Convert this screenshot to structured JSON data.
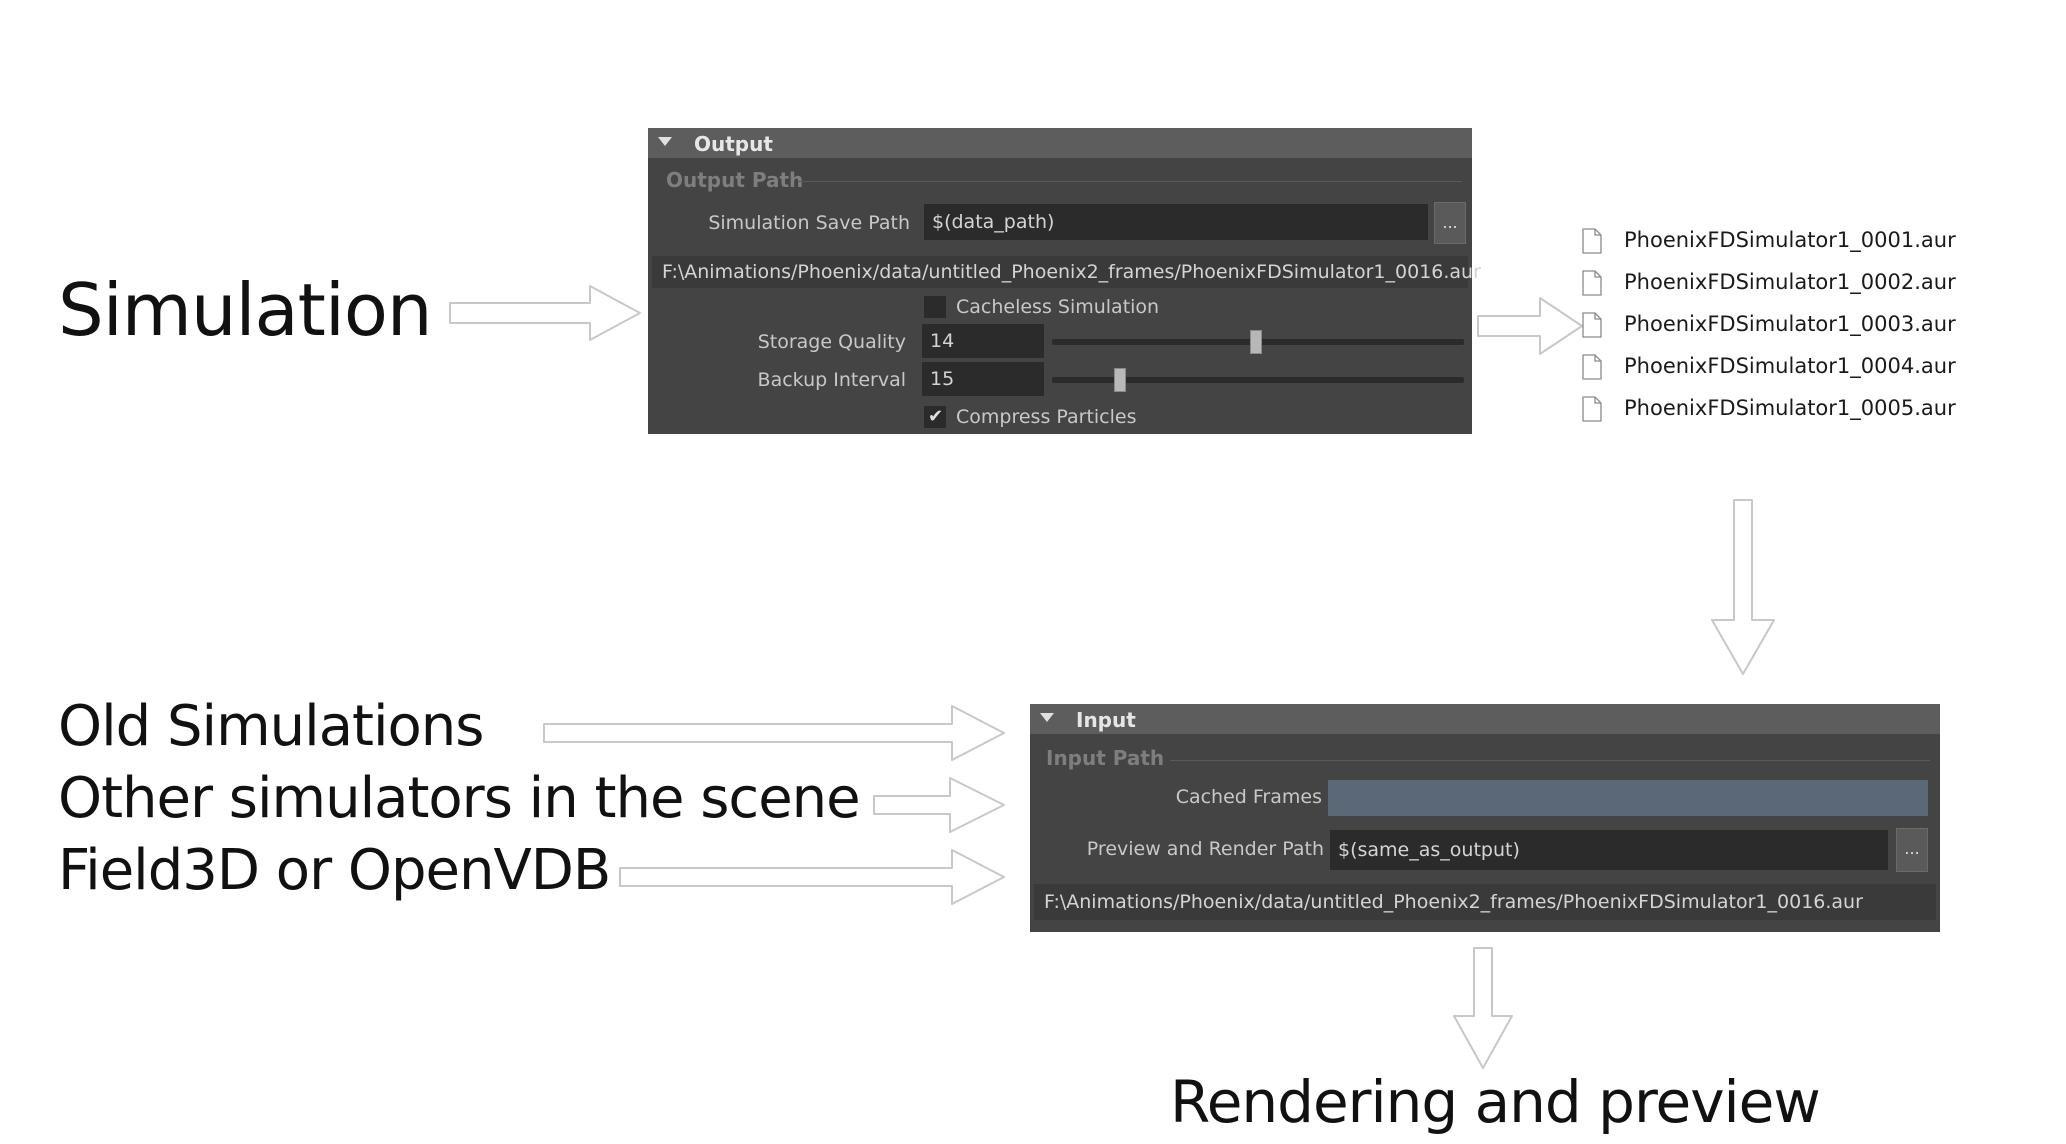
{
  "labels": {
    "simulation": "Simulation",
    "old_simulations": "Old Simulations",
    "other_simulators": "Other simulators in the scene",
    "field3d": "Field3D or OpenVDB",
    "rendering": "Rendering and preview"
  },
  "output_panel": {
    "title": "Output",
    "section": "Output Path",
    "save_path_label": "Simulation Save Path",
    "save_path_value": "$(data_path)",
    "browse": "...",
    "resolved_path": "F:\\Animations/Phoenix/data/untitled_Phoenix2_frames/PhoenixFDSimulator1_0016.aur",
    "cacheless_label": "Cacheless Simulation",
    "cacheless_checked": false,
    "storage_quality_label": "Storage Quality",
    "storage_quality_value": "14",
    "backup_interval_label": "Backup Interval",
    "backup_interval_value": "15",
    "compress_label": "Compress Particles",
    "compress_checked": true,
    "compress_check_glyph": "✔"
  },
  "files": [
    "PhoenixFDSimulator1_0001.aur",
    "PhoenixFDSimulator1_0002.aur",
    "PhoenixFDSimulator1_0003.aur",
    "PhoenixFDSimulator1_0004.aur",
    "PhoenixFDSimulator1_0005.aur"
  ],
  "input_panel": {
    "title": "Input",
    "section": "Input Path",
    "cached_frames_label": "Cached Frames",
    "cached_frames_value": "",
    "render_path_label": "Preview and Render Path",
    "render_path_value": "$(same_as_output)",
    "browse": "...",
    "resolved_path": "F:\\Animations/Phoenix/data/untitled_Phoenix2_frames/PhoenixFDSimulator1_0016.aur"
  },
  "colors": {
    "panel_bg": "#444444",
    "panel_header": "#5d5d5d",
    "field_bg": "#2b2b2b",
    "cached_frames_bg": "#5b6878"
  }
}
